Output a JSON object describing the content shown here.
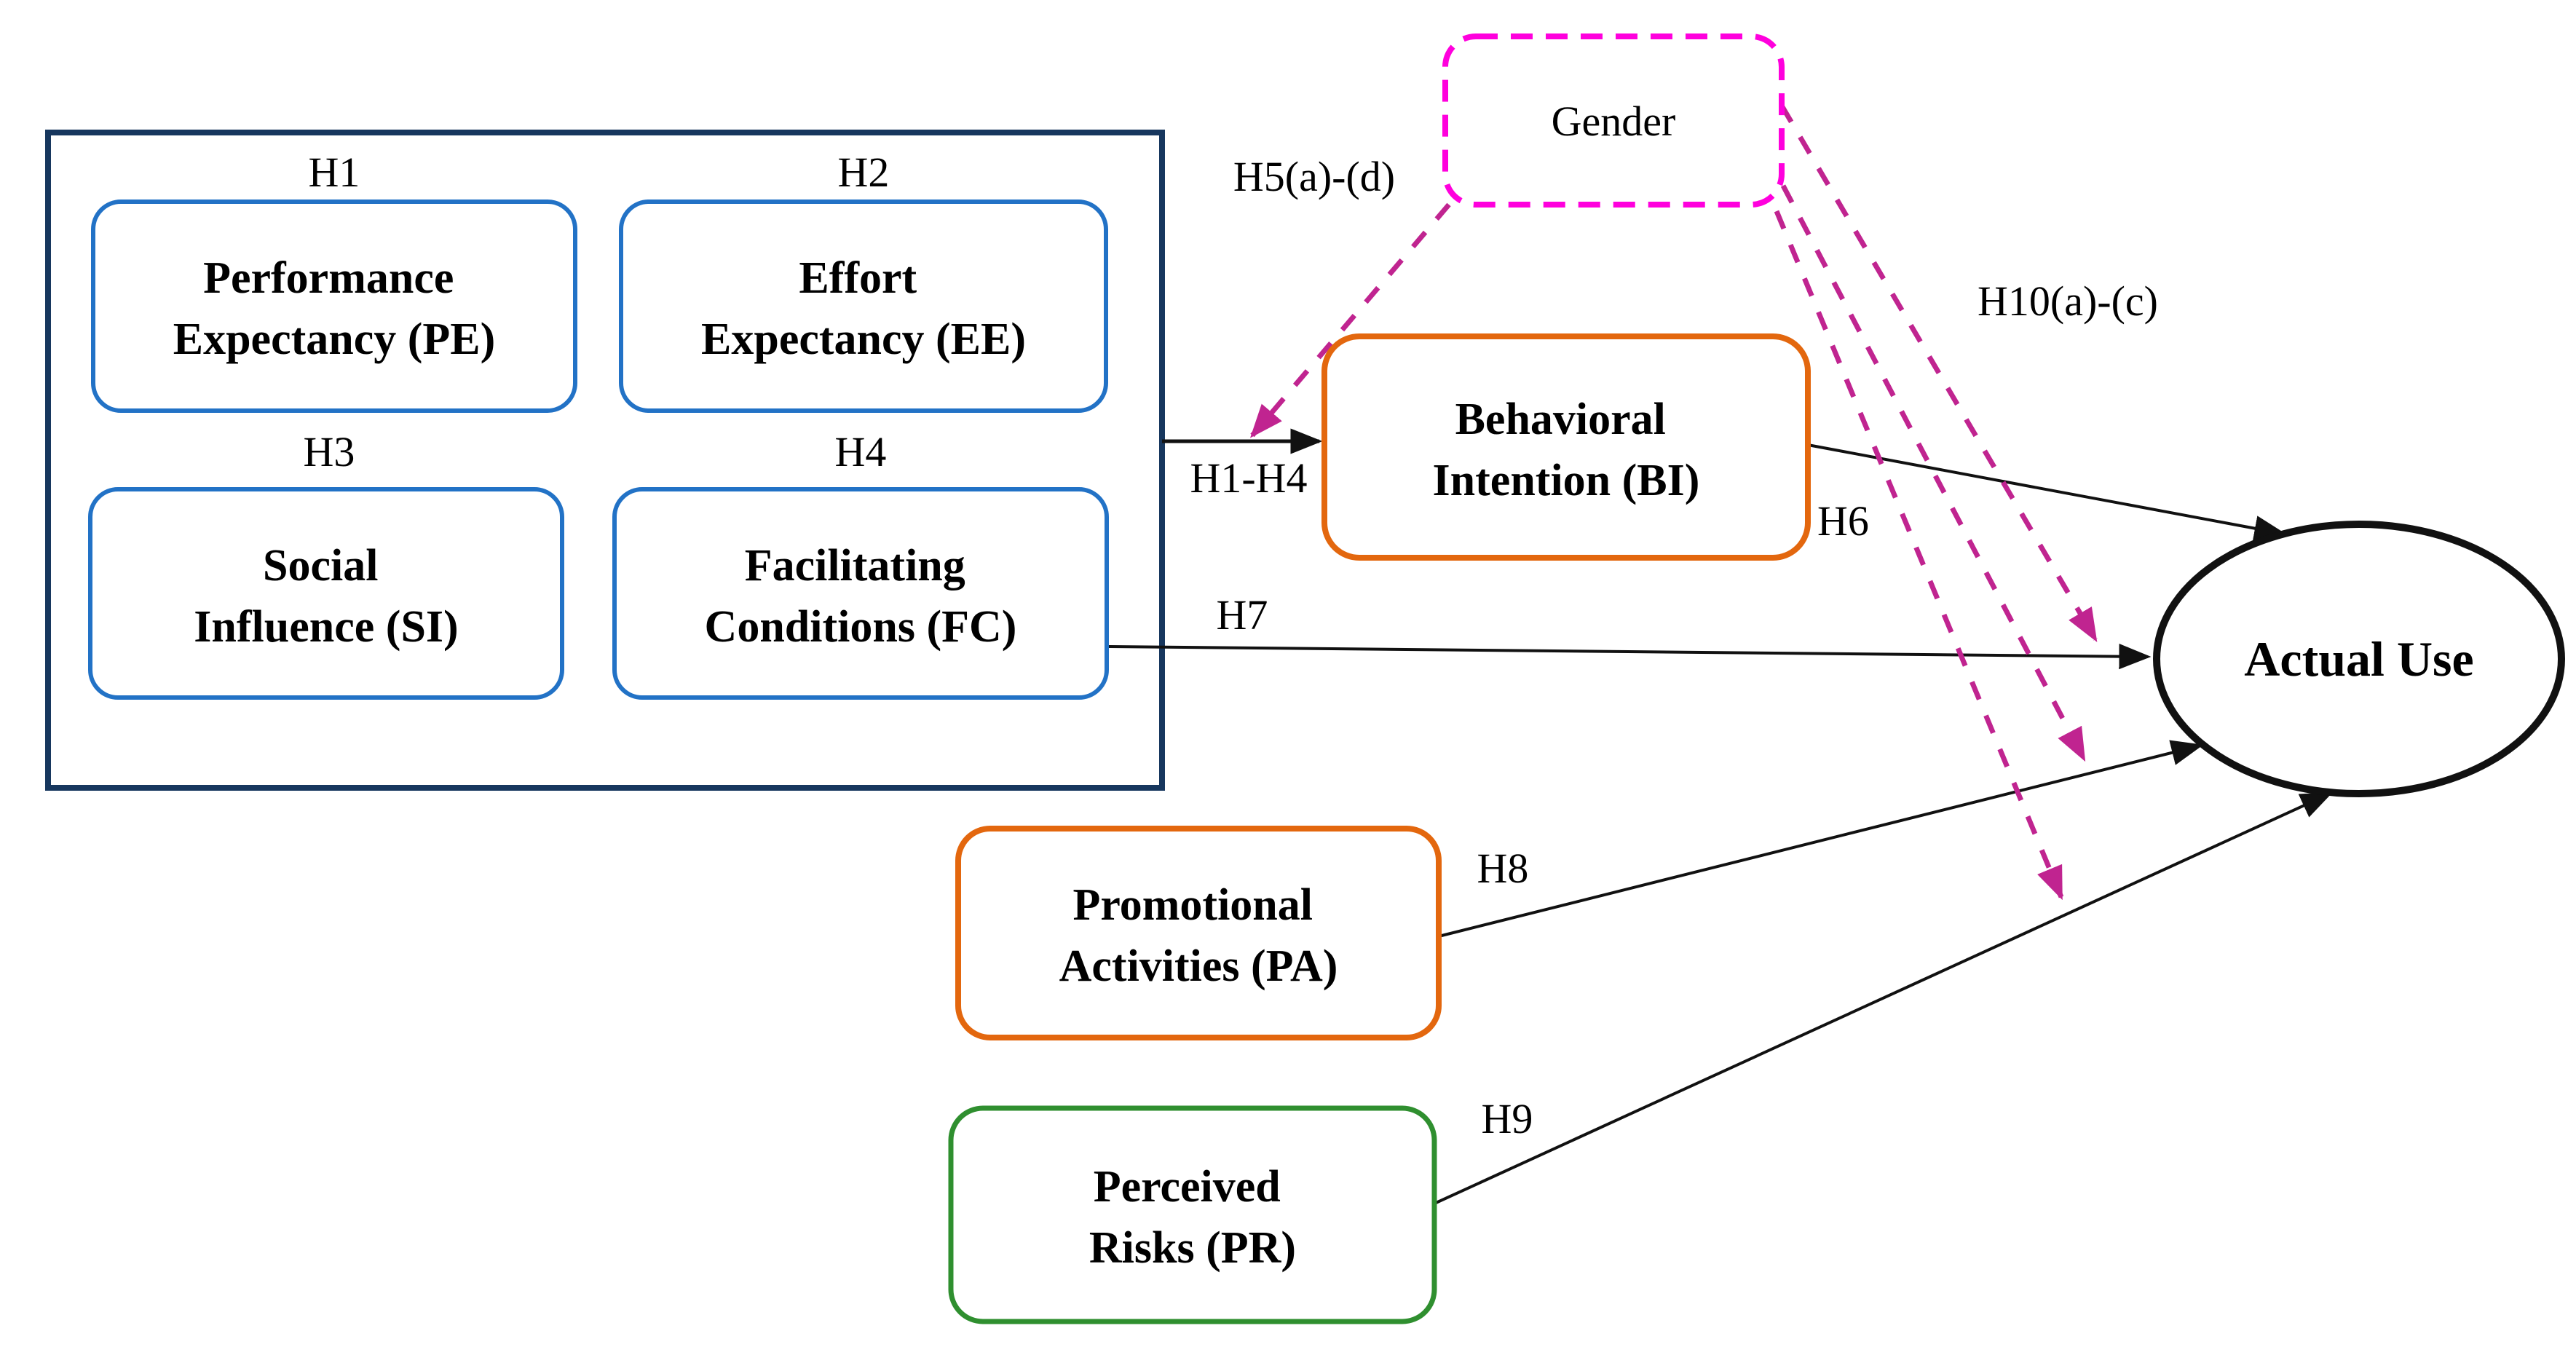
{
  "diagram_title": "UTAUT research model with hypotheses",
  "colors": {
    "container_border": "#17375E",
    "utaut_box_border": "#2272C6",
    "orange_border": "#E3670E",
    "green_border": "#2F8F2F",
    "gender_border": "#FF00DD",
    "moderation_line": "#C02490",
    "black_line": "#111111",
    "text": "#000000",
    "background": "#FFFFFF"
  },
  "nodes": {
    "pe": {
      "line1": "Performance",
      "line2": "Expectancy (PE)"
    },
    "ee": {
      "line1": "Effort",
      "line2": "Expectancy (EE)"
    },
    "si": {
      "line1": "Social",
      "line2": "Influence (SI)"
    },
    "fc": {
      "line1": "Facilitating",
      "line2": "Conditions (FC)"
    },
    "gender": {
      "label": "Gender"
    },
    "bi": {
      "line1": "Behavioral",
      "line2": "Intention (BI)"
    },
    "pa": {
      "line1": "Promotional",
      "line2": "Activities (PA)"
    },
    "pr": {
      "line1": "Perceived",
      "line2": "Risks (PR)"
    },
    "au": {
      "label": "Actual Use"
    }
  },
  "hypotheses": {
    "h1": "H1",
    "h2": "H2",
    "h3": "H3",
    "h4": "H4",
    "h5": "H5(a)-(d)",
    "h1h4": "H1-H4",
    "h6": "H6",
    "h7": "H7",
    "h8": "H8",
    "h9": "H9",
    "h10": "H10(a)-(c)"
  }
}
